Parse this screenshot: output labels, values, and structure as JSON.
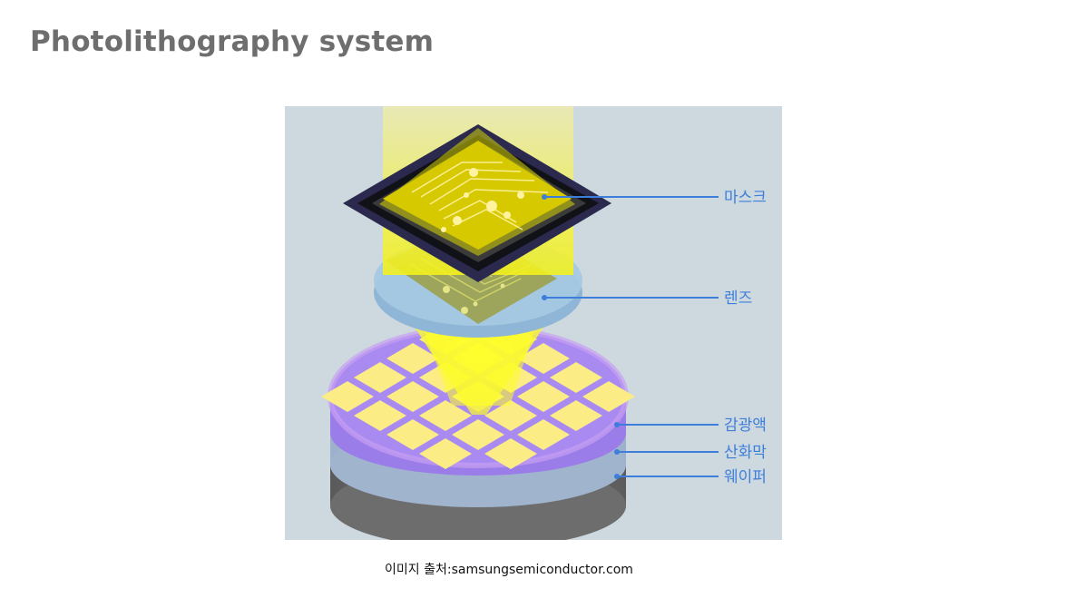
{
  "slide": {
    "title": "Photolithography system"
  },
  "diagram": {
    "labels": {
      "mask": "마스크",
      "lens": "렌즈",
      "photoresist": "감광액",
      "oxide": "산화막",
      "wafer": "웨이퍼"
    },
    "colors": {
      "background": "#cdd9df",
      "light_beam": "#f2f20a",
      "mask_frame": "#2b2a4e",
      "mask_pattern": "#c9b700",
      "lens": "#9fc3de",
      "photoresist": "#a98af0",
      "oxide": "#9db2cf",
      "wafer": "#6a6a6a",
      "dies": "#fbec86",
      "leader_line": "#3d7edb",
      "label_text": "#3d7edb"
    }
  },
  "caption": {
    "text": "이미지 출처:samsungsemiconductor.com"
  }
}
